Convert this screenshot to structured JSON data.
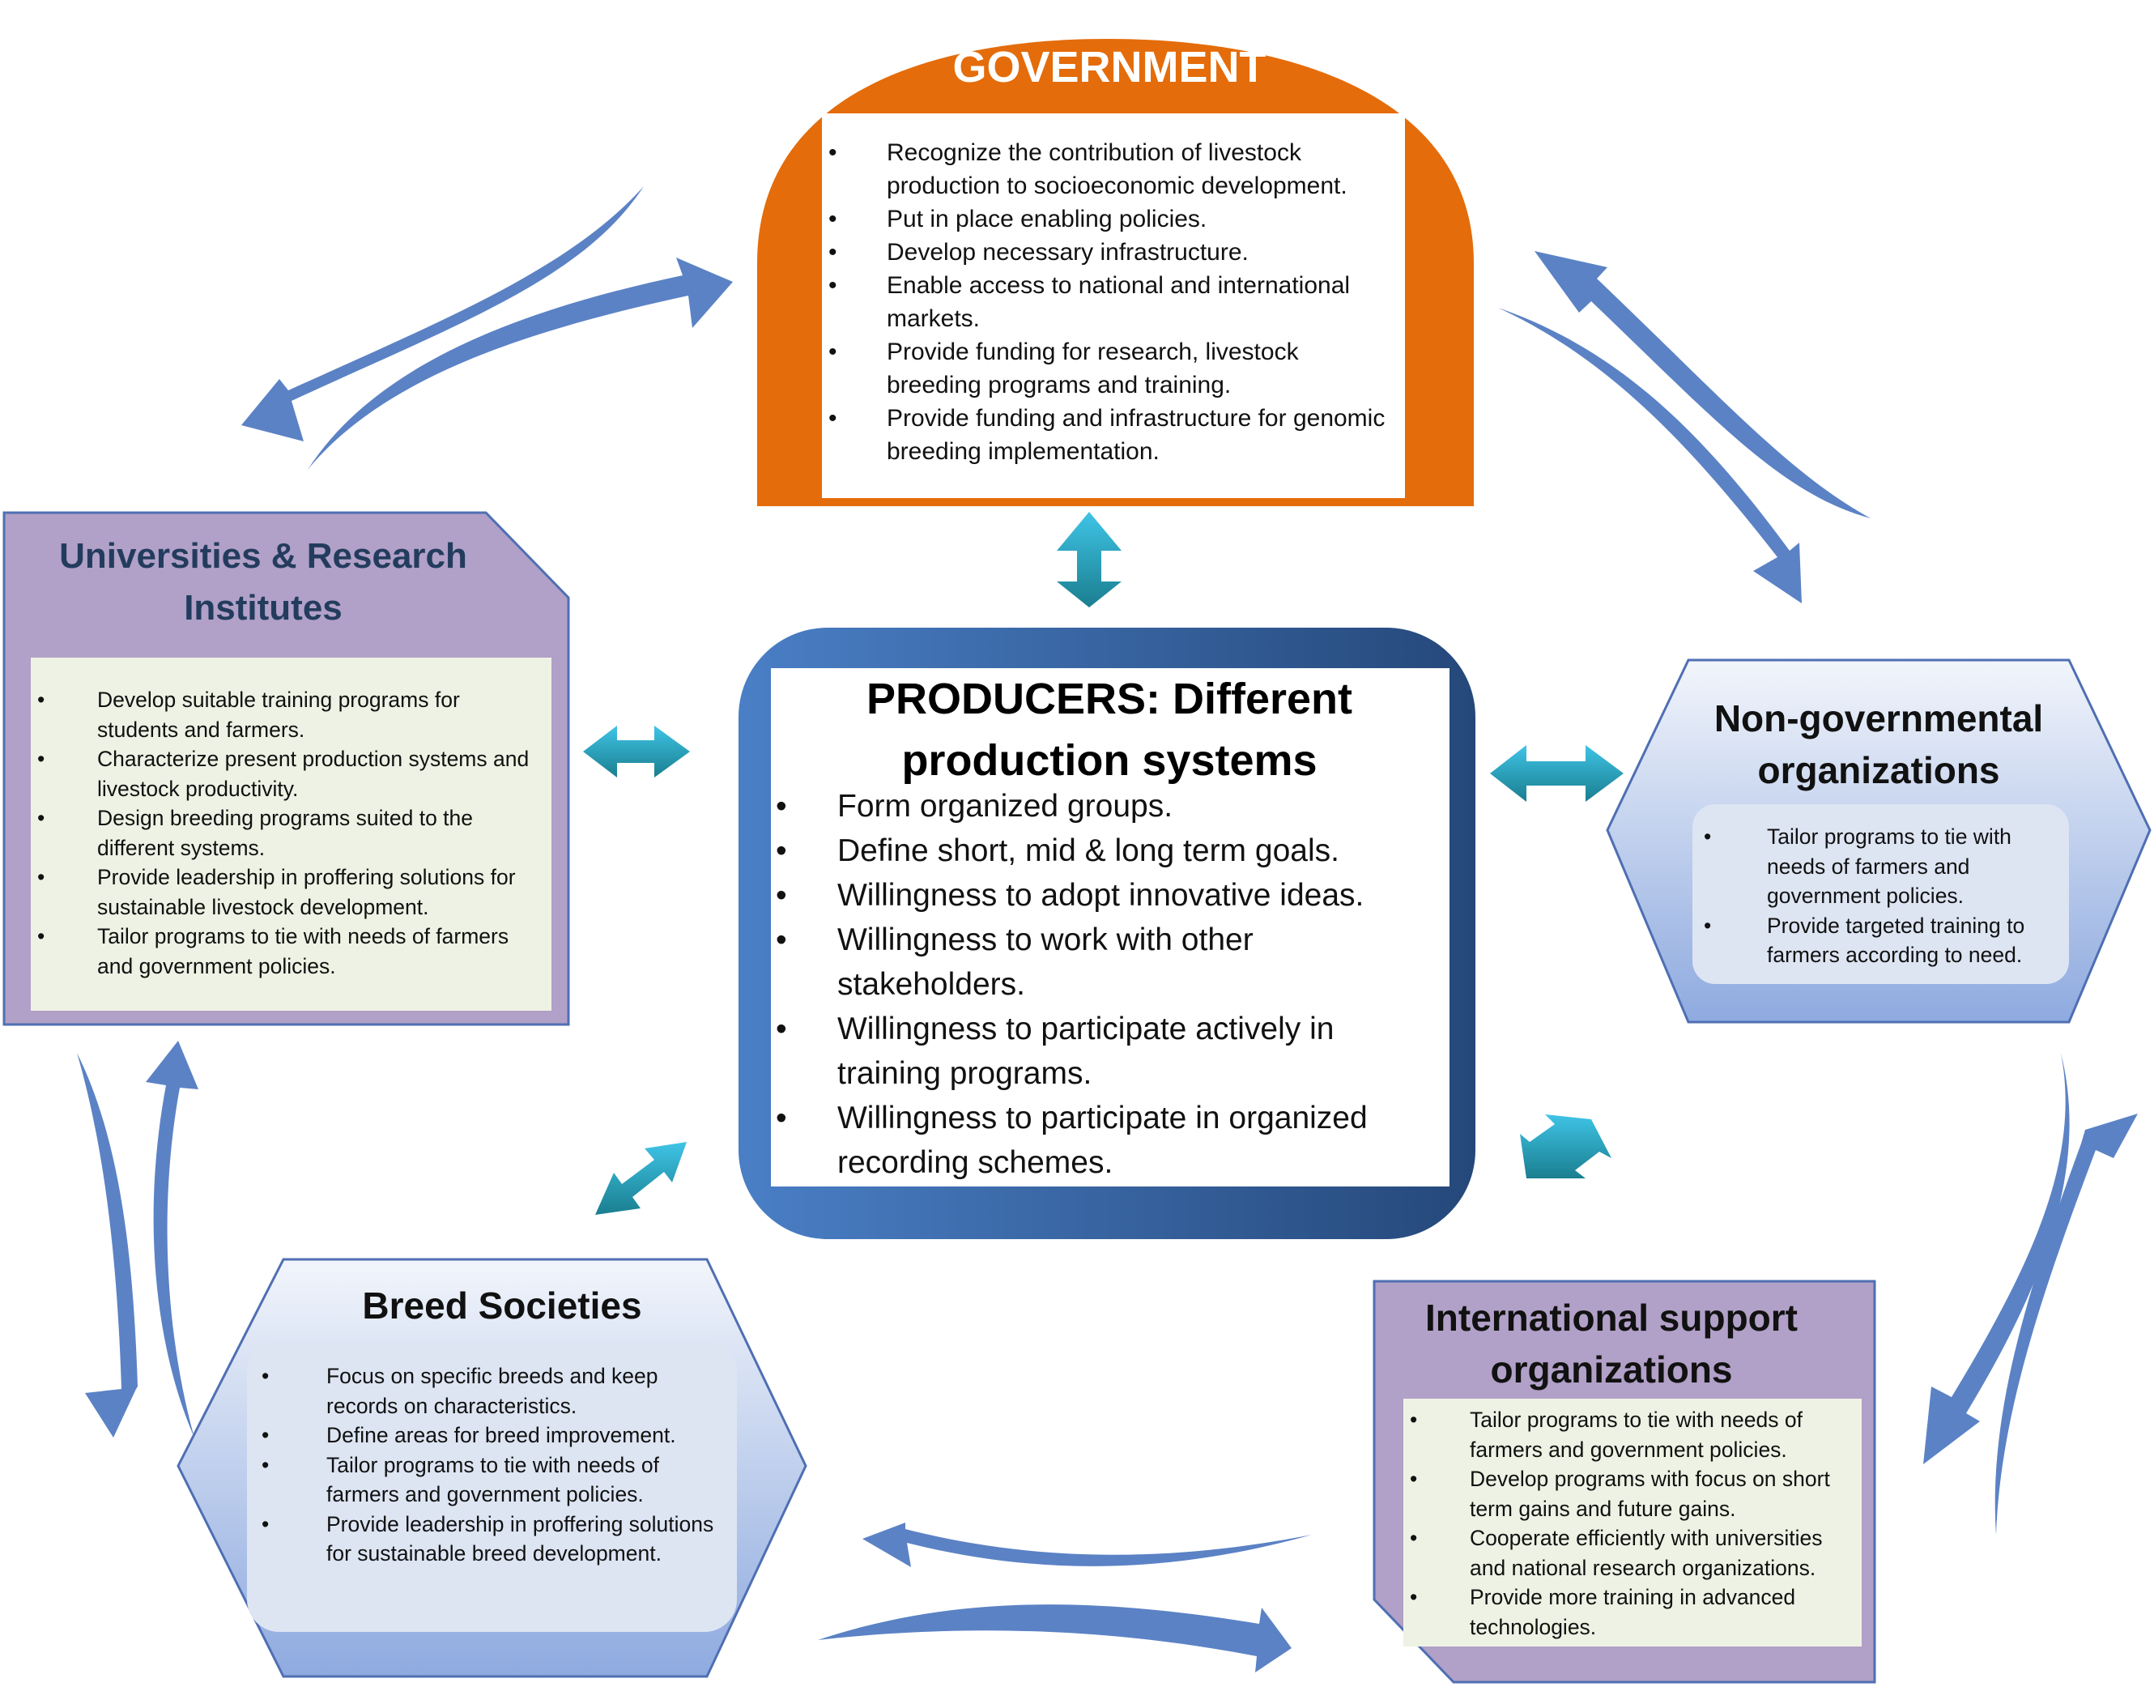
{
  "colors": {
    "government": "#e46c0a",
    "purple_panel": "#b1a0c7",
    "blue_panel": "#c5d3ee",
    "producer_frame": "#2f5597",
    "curved_arrow": "#5b82c5",
    "teal_arrow": "#25a7c8"
  },
  "government": {
    "title": "GOVERNMENT",
    "items": [
      "Recognize the contribution of livestock production to socioeconomic development.",
      "Put in place enabling policies.",
      "Develop necessary infrastructure.",
      "Enable access to national and international markets.",
      "Provide funding for research, livestock breeding programs and training.",
      "Provide funding and infrastructure for genomic breeding implementation."
    ]
  },
  "universities": {
    "title": "Universities & Research Institutes",
    "items": [
      "Develop suitable training programs for students and farmers.",
      "Characterize present production systems and livestock productivity.",
      "Design breeding programs suited to the different systems.",
      "Provide leadership in proffering solutions for sustainable livestock development.",
      "Tailor programs to tie with needs of farmers and government policies."
    ]
  },
  "producers": {
    "title": "PRODUCERS: Different production systems",
    "items": [
      "Form organized groups.",
      "Define short, mid & long term goals.",
      "Willingness to adopt innovative ideas.",
      "Willingness to work with other stakeholders.",
      "Willingness to participate actively in training programs.",
      "Willingness to participate in organized recording schemes."
    ]
  },
  "ngo": {
    "title": "Non-governmental organizations",
    "items": [
      "Tailor programs to tie with needs of farmers and government policies.",
      "Provide targeted training to farmers according to need."
    ]
  },
  "breed_societies": {
    "title": "Breed Societies",
    "items": [
      "Focus on specific breeds and keep records on characteristics.",
      "Define areas for breed improvement.",
      "Tailor programs to tie with needs of farmers and government policies.",
      "Provide leadership in proffering solutions for sustainable breed development."
    ]
  },
  "international": {
    "title": "International support organizations",
    "items": [
      "Tailor programs to tie with needs of farmers and government policies.",
      "Develop programs with focus on short term gains and future gains.",
      "Cooperate efficiently with universities and national research organizations.",
      "Provide more training in advanced technologies."
    ]
  }
}
